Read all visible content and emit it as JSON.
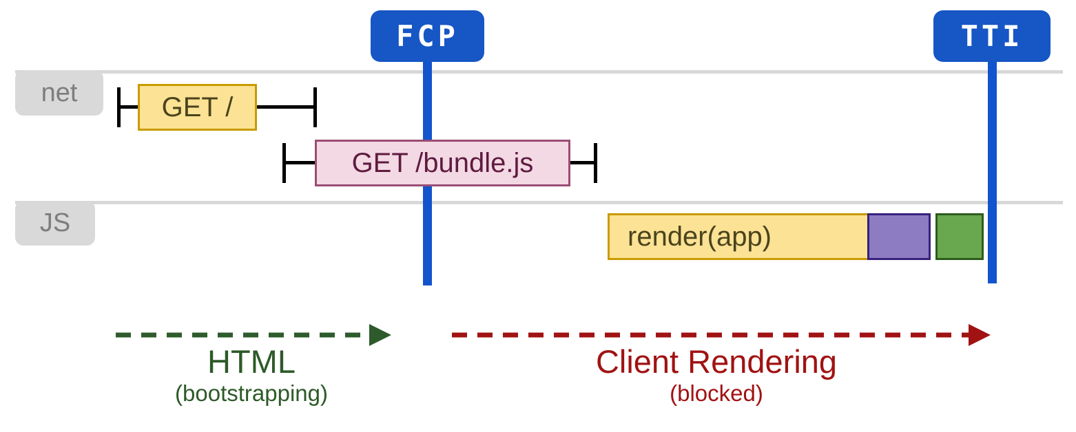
{
  "markers": {
    "fcp": {
      "label": "FCP"
    },
    "tti": {
      "label": "TTI"
    }
  },
  "lanes": {
    "net": {
      "label": "net"
    },
    "js": {
      "label": "JS"
    }
  },
  "bars": {
    "get_root": {
      "label": "GET /",
      "lane": "net",
      "fill": "#fce294",
      "border": "#c89b00"
    },
    "get_bundle": {
      "label": "GET /bundle.js",
      "lane": "net",
      "fill": "#f3d9e3",
      "border": "#9a4d74"
    },
    "render_app": {
      "label": "render(app)",
      "lane": "js",
      "fill": "#fce294",
      "border": "#c89b00"
    },
    "task_purple": {
      "label": "",
      "lane": "js",
      "fill": "#8d7cc2",
      "border": "#38217c"
    },
    "task_green": {
      "label": "",
      "lane": "js",
      "fill": "#69a84e",
      "border": "#2d5c1c"
    }
  },
  "phases": {
    "html": {
      "title": "HTML",
      "subtitle": "(bootstrapping)",
      "color": "#2d5a28"
    },
    "client_rendering": {
      "title": "Client Rendering",
      "subtitle": "(blocked)",
      "color": "#a11212"
    }
  },
  "colors": {
    "marker_blue": "#1656c5",
    "marker_line_blue": "#1254cd",
    "lane_line_gray": "#d8d8d8",
    "lane_tab_gray": "#d9d9d9",
    "lane_text_gray": "#7d7d7d",
    "whisker_black": "#000000",
    "arrow_green": "#2d5b2b",
    "arrow_red": "#a11212"
  }
}
